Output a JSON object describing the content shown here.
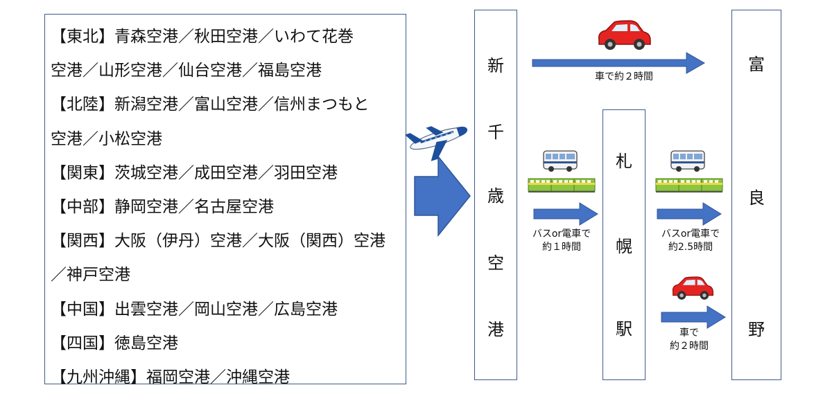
{
  "airport_list": [
    "【東北】青森空港／秋田空港／いわて花巻",
    "空港／山形空港／仙台空港／福島空港",
    "【北陸】新潟空港／富山空港／信州まつもと",
    "空港／小松空港",
    "【関東】茨城空港／成田空港／羽田空港",
    "【中部】静岡空港／名古屋空港",
    "【関西】大阪（伊丹）空港／大阪（関西）空港",
    "／神戸空港",
    "【中国】出雲空港／岡山空港／広島空港",
    "【四国】徳島空港",
    "【九州沖縄】福岡空港／沖縄空港"
  ],
  "nodes": {
    "shin_chitose": [
      "新",
      "千",
      "歳",
      "空",
      "港"
    ],
    "sapporo": [
      "札",
      "幌",
      "駅"
    ],
    "furano": [
      "富",
      "良",
      "野"
    ]
  },
  "routes": {
    "chitose_furano_car": "車で約２時間",
    "chitose_sapporo": [
      "バスor電車で",
      "約１時間"
    ],
    "sapporo_furano_transit": [
      "バスor電車で",
      "約2.5時間"
    ],
    "sapporo_furano_car": [
      "車で",
      "約２時間"
    ]
  },
  "colors": {
    "arrow": "#4472c4",
    "border": "#3d5a8a",
    "car": "#e52421",
    "train": "#8cc63f",
    "bus": "#d9e4f0"
  },
  "icons": [
    "airplane-icon",
    "car-icon",
    "bus-icon",
    "train-icon"
  ]
}
